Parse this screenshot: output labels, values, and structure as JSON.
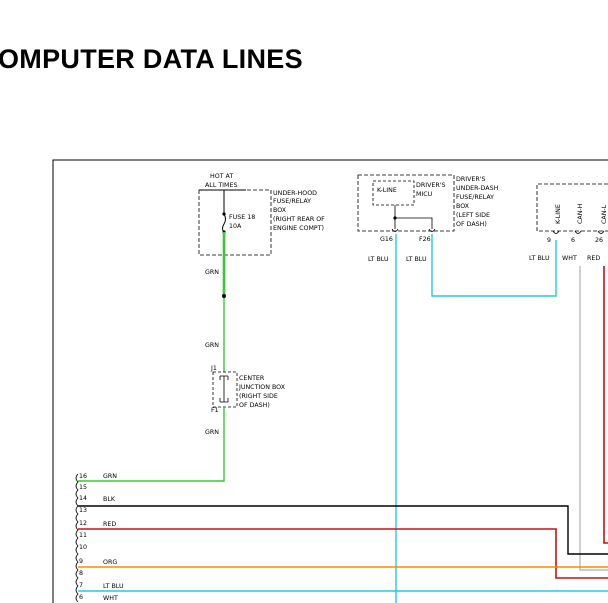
{
  "page": {
    "title": "OMPUTER DATA LINES"
  },
  "colors": {
    "green": "#33cc33",
    "lt_blue": "#22ccdd",
    "red": "#cc1111",
    "orange": "#ff8800",
    "black": "#000000",
    "white_wire": "#bbbbbb"
  },
  "fuse_box": {
    "hot_at": [
      "HOT AT",
      "ALL TIMES"
    ],
    "fuse": [
      "FUSE 18",
      "10A"
    ],
    "name": [
      "UNDER-HOOD",
      "FUSE/RELAY",
      "BOX",
      "(RIGHT REAR OF",
      "ENGINE COMPT)"
    ],
    "wire_top": "GRN",
    "wire_mid": "GRN",
    "wire_bottom": "GRN"
  },
  "junction_box": {
    "pin_top": "J1",
    "pin_bottom": "F1",
    "name": [
      "CENTER",
      "JUNCTION BOX",
      "(RIGHT SIDE",
      "OF DASH)"
    ]
  },
  "micu": {
    "kline_label": "K-LINE",
    "name": [
      "DRIVER'S",
      "MICU"
    ],
    "box_name": [
      "DRIVER'S",
      "UNDER-DASH",
      "FUSE/RELAY",
      "BOX",
      "(LEFT SIDE",
      "OF DASH)"
    ],
    "pin_left": "G16",
    "pin_right": "F26",
    "wire_left": "LT BLU",
    "wire_right": "LT BLU"
  },
  "right_connector": {
    "labels": [
      "K-LINE",
      "CAN-H",
      "CAN-L"
    ],
    "pins": [
      "9",
      "6",
      "26"
    ],
    "wires": [
      "LT BLU",
      "WHT",
      "RED"
    ]
  },
  "dlc": {
    "pins": [
      "16",
      "15",
      "14",
      "13",
      "12",
      "11",
      "10",
      "9",
      "8",
      "7",
      "6"
    ],
    "wires": {
      "16": "GRN",
      "14": "BLK",
      "12": "RED",
      "9": "ORG",
      "7": "LT BLU",
      "6": "WHT"
    }
  }
}
